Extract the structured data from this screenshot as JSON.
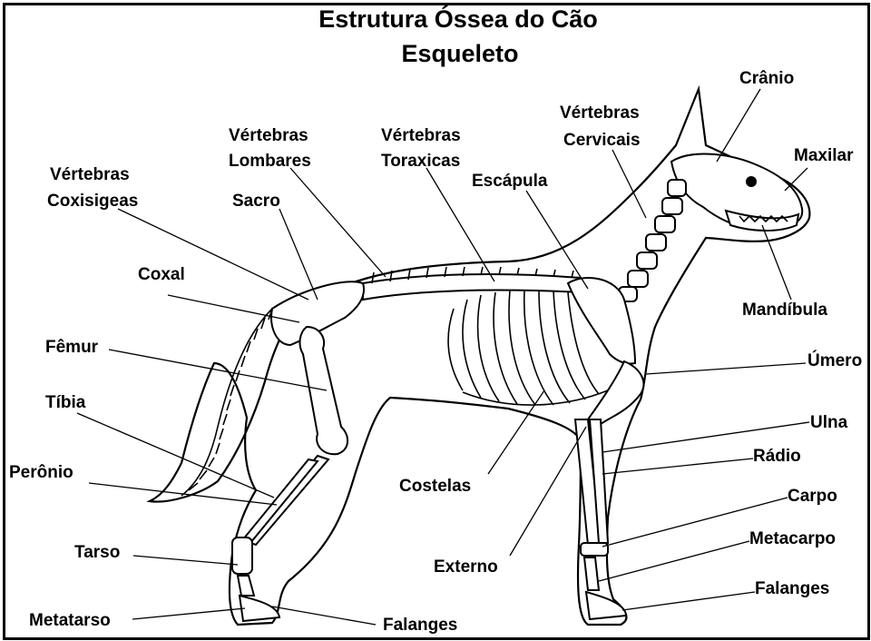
{
  "title": {
    "line1": "Estrutura Óssea do Cão",
    "line2": "Esqueleto"
  },
  "labels": {
    "cranio": "Crânio",
    "maxilar": "Maxilar",
    "mandibula": "Mandíbula",
    "vert_cervicais_1": "Vértebras",
    "vert_cervicais_2": "Cervicais",
    "vert_toraxicas_1": "Vértebras",
    "vert_toraxicas_2": "Toraxicas",
    "vert_lombares_1": "Vértebras",
    "vert_lombares_2": "Lombares",
    "vert_coxisigeas_1": "Vértebras",
    "vert_coxisigeas_2": "Coxisigeas",
    "escapula": "Escápula",
    "sacro": "Sacro",
    "coxal": "Coxal",
    "femur": "Fêmur",
    "tibia": "Tíbia",
    "peronio": "Perônio",
    "tarso": "Tarso",
    "metatarso": "Metatarso",
    "falanges_hind": "Falanges",
    "costelas": "Costelas",
    "externo": "Externo",
    "umero": "Úmero",
    "ulna": "Ulna",
    "radio": "Rádio",
    "carpo": "Carpo",
    "metacarpo": "Metacarpo",
    "falanges_front": "Falanges"
  }
}
